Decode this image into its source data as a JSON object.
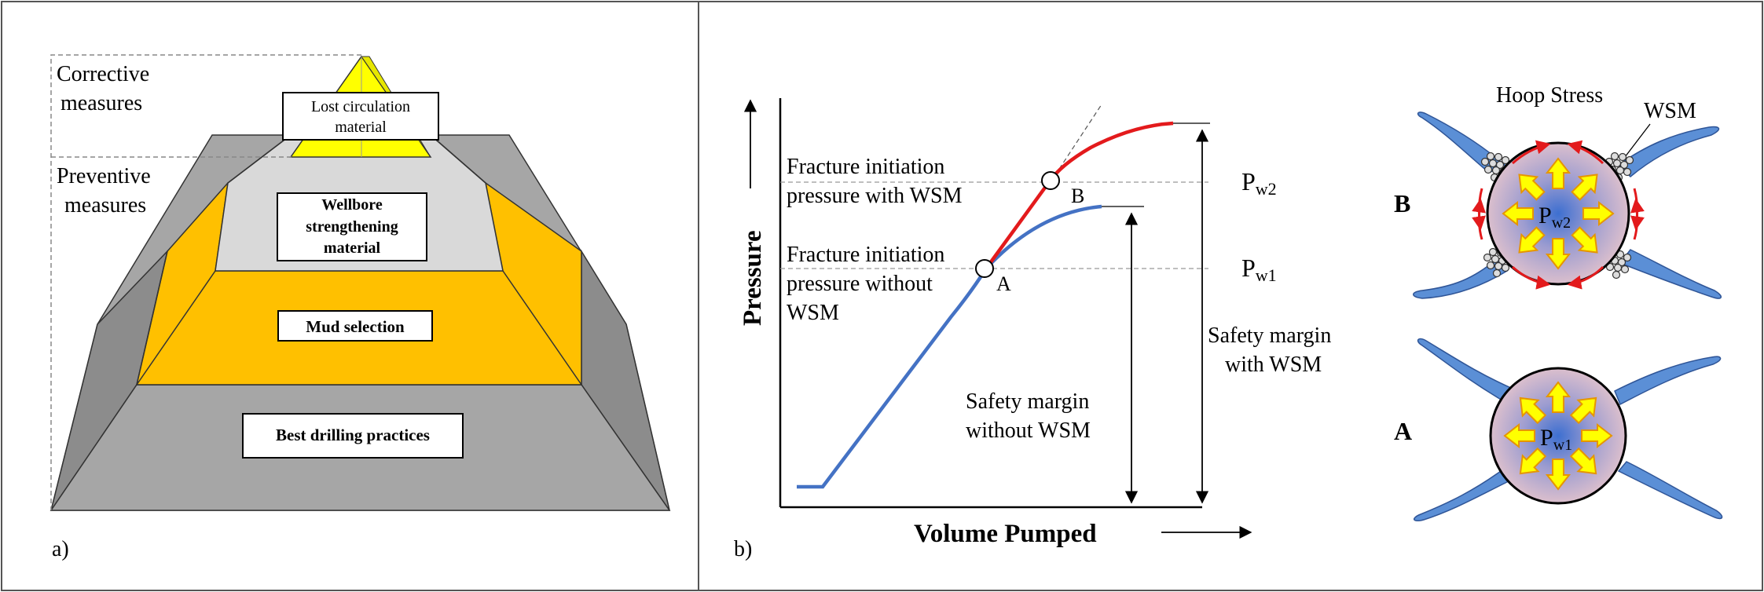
{
  "panel_a": {
    "label": "a)",
    "corrective_label_1": "Corrective",
    "corrective_label_2": "measures",
    "preventive_label_1": "Preventive",
    "preventive_label_2": "measures",
    "tiers": {
      "top_1": "Lost circulation",
      "top_2": "material",
      "second_1": "Wellbore",
      "second_2": "strengthening",
      "second_3": "material",
      "third": "Mud selection",
      "base": "Best drilling practices"
    },
    "colors": {
      "yellow": "#FFFF00",
      "light_gray": "#D9D9D9",
      "orange": "#FFC000",
      "gray": "#A6A6A6"
    }
  },
  "panel_b": {
    "label": "b)",
    "ylabel": "Pressure",
    "xlabel": "Volume Pumped",
    "annot_with_1": "Fracture initiation",
    "annot_with_2": "pressure with WSM",
    "annot_without_1": "Fracture initiation",
    "annot_without_2": "pressure without",
    "annot_without_3": "WSM",
    "point_a": "A",
    "point_b": "B",
    "pw2_main": "P",
    "pw2_sub": "w2",
    "pw1_main": "P",
    "pw1_sub": "w1",
    "safety_with_1": "Safety margin",
    "safety_with_2": "with WSM",
    "safety_without_1": "Safety margin",
    "safety_without_2": "without WSM",
    "colors": {
      "blue_curve": "#4472C4",
      "red_curve": "#E31A1C"
    }
  },
  "panel_c": {
    "hoop_stress": "Hoop  Stress",
    "wsm": "WSM",
    "label_b": "B",
    "label_a": "A",
    "circle_b_main": "P",
    "circle_b_sub": "w2",
    "circle_a_main": "P",
    "circle_a_sub": "w1",
    "colors": {
      "fracture": "#5B8FD6",
      "arrow_fill": "#FFFF00",
      "arrow_stroke": "#E69500",
      "hoop": "#E31A1C"
    }
  }
}
